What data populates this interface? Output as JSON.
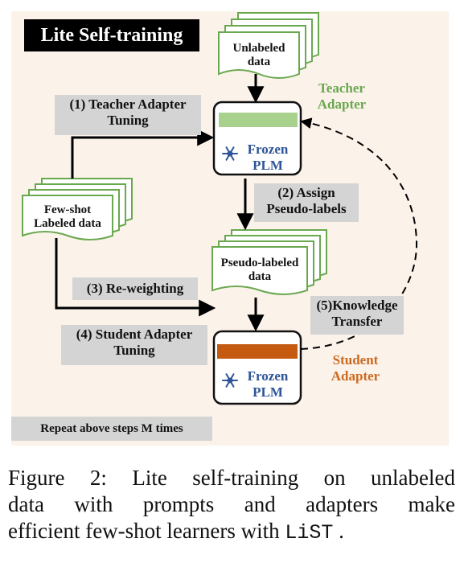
{
  "title": "Lite Self-training",
  "nodes": {
    "unlabeled": [
      "Unlabeled",
      "data"
    ],
    "fewshot": [
      "Few-shot",
      "Labeled data"
    ],
    "pseudo": [
      "Pseudo-labeled",
      "data"
    ],
    "frozen_top": [
      "Frozen",
      "PLM"
    ],
    "frozen_bottom": [
      "Frozen",
      "PLM"
    ]
  },
  "labels": {
    "teacher_adapter": [
      "Teacher",
      "Adapter"
    ],
    "student_adapter": [
      "Student",
      "Adapter"
    ]
  },
  "steps": {
    "step1": [
      "(1) Teacher Adapter",
      "Tuning"
    ],
    "step2": [
      "(2) Assign",
      "Pseudo-labels"
    ],
    "step3": "(3) Re-weighting",
    "step4": [
      "(4) Student Adapter",
      "Tuning"
    ],
    "step5": [
      "(5)Knowledge",
      "Transfer"
    ]
  },
  "footer_note": "Repeat above steps M times",
  "caption": {
    "line1": "Figure 2: Lite self-training on unlabeled",
    "line2": "data with prompts and adapters make",
    "line3_text": "efficient few-shot learners with",
    "line3_code": "LiST",
    "line3_end": "."
  },
  "colors": {
    "teacher": "#a9d18e",
    "student": "#c55a11",
    "doc_border": "#6aa84f",
    "panel": "#fbf2ea"
  }
}
